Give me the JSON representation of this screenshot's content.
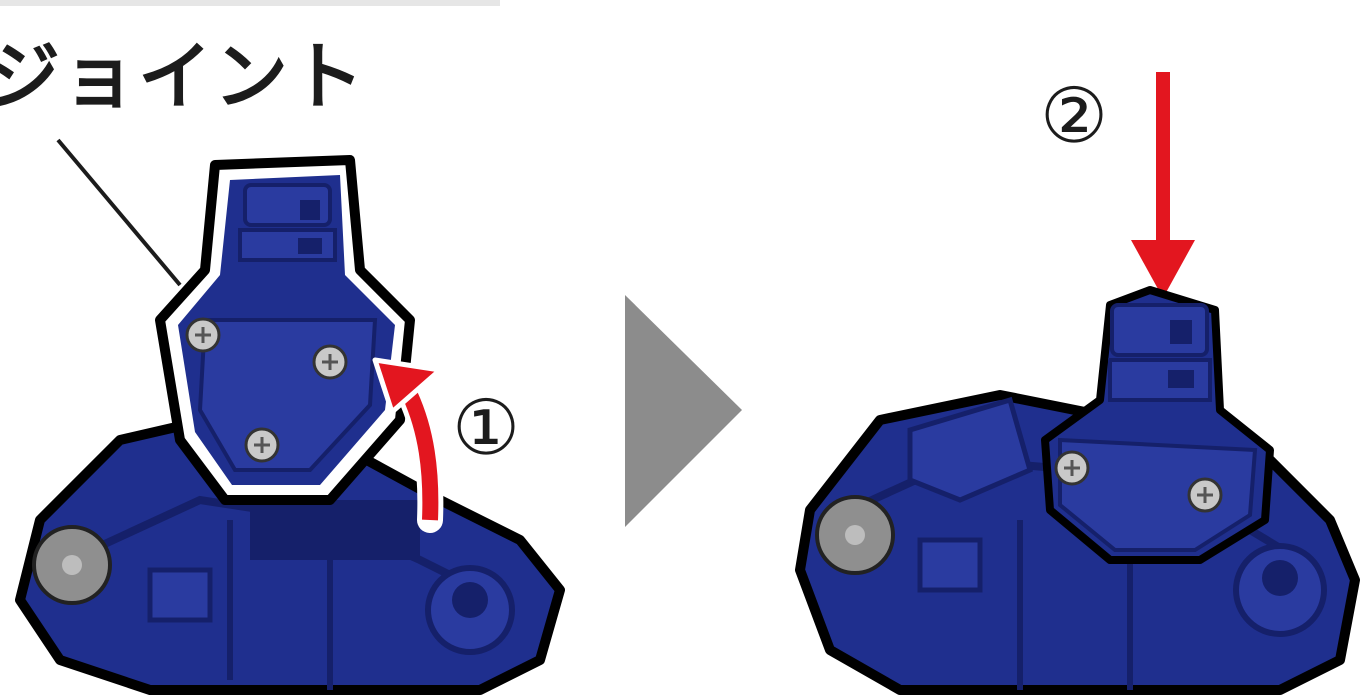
{
  "labels": {
    "joint": "ジョイント",
    "step1": "①",
    "step2": "②"
  },
  "colors": {
    "part_blue": "#1f2f8e",
    "part_shadow": "#15206a",
    "arrow_red": "#e3161f",
    "next_gray": "#8c8c8c",
    "screw_silver": "#c9c9c9"
  },
  "icons": {
    "step_transition": "triangle-right-icon",
    "insert_direction": "arrow-down-icon",
    "rotate_direction": "arrow-curved-up-icon"
  }
}
